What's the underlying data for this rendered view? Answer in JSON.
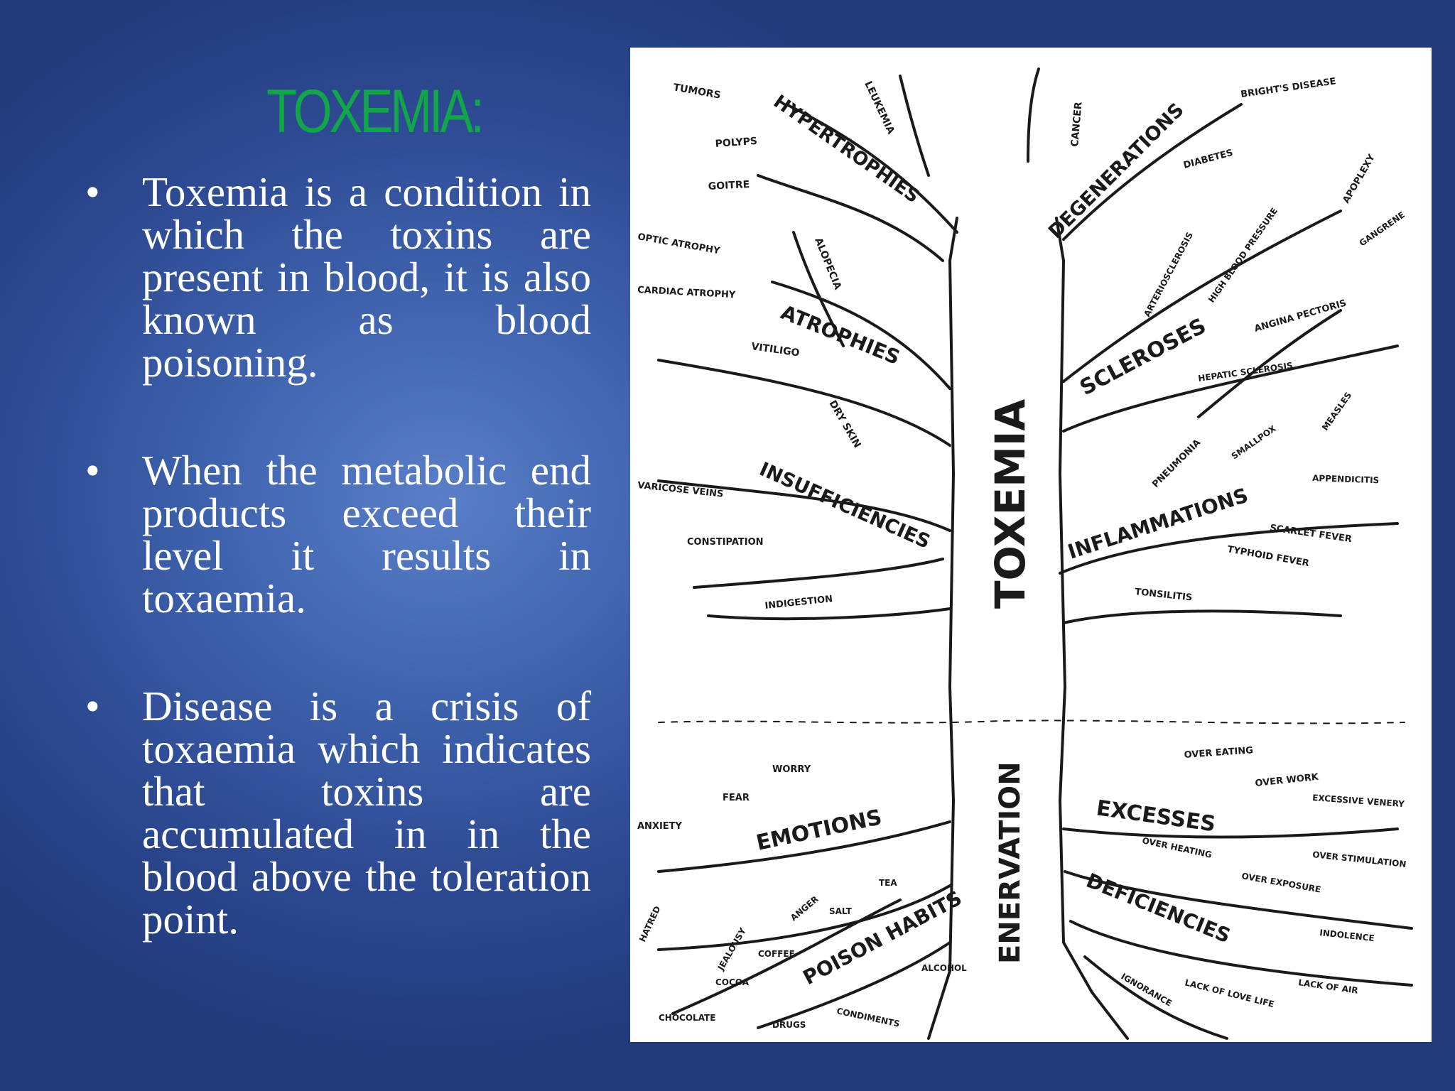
{
  "title": "TOXEMIA:",
  "bullets": [
    "Toxemia is a condition in which the toxins are present in blood, it is also known as blood poisoning.",
    "When the metabolic end products exceed their level it results in toxaemia.",
    "Disease is a crisis of toxaemia which indicates that toxins are accumulated in in the blood above the toleration point."
  ],
  "bullet_symbol": "•",
  "colors": {
    "title": "#12a64a",
    "text": "#ffffff",
    "background": "#3f63ae"
  },
  "tree": {
    "trunk_upper": "TOXEMIA",
    "trunk_lower": "ENERVATION",
    "left_branches": {
      "hypertrophies": "HYPERTROPHIES",
      "atrophies": "ATROPHIES",
      "insufficiencies": "INSUFFICIENCIES",
      "emotions": "EMOTIONS",
      "poison_habits": "POISON HABITS"
    },
    "right_branches": {
      "degenerations": "DEGENERATIONS",
      "scleroses": "SCLEROSES",
      "inflammations": "INFLAMMATIONS",
      "excesses": "EXCESSES",
      "deficiencies": "DEFICIENCIES"
    },
    "twigs": {
      "tumors": "TUMORS",
      "polyps": "POLYPS",
      "leukemia": "LEUKEMIA",
      "goitre": "GOITRE",
      "optic_atrophy": "OPTIC ATROPHY",
      "cardiac_atrophy": "CARDIAC ATROPHY",
      "vitiligo": "VITILIGO",
      "alopecia": "ALOPECIA",
      "dry_skin": "DRY SKIN",
      "varicose_veins": "VARICOSE VEINS",
      "constipation": "CONSTIPATION",
      "indigestion": "INDIGESTION",
      "cancer": "CANCER",
      "diabetes": "DIABETES",
      "brights_disease": "BRIGHT'S DISEASE",
      "apoplexy": "APOPLEXY",
      "gangrene": "GANGRENE",
      "arteriosclerosis": "ARTERIOSCLEROSIS",
      "high_blood_pressure": "HIGH BLOOD PRESSURE",
      "angina_pectoris": "ANGINA PECTORIS",
      "hepatic_sclerosis": "HEPATIC SCLEROSIS",
      "pneumonia": "PNEUMONIA",
      "smallpox": "SMALLPOX",
      "measles": "MEASLES",
      "appendicitis": "APPENDICITIS",
      "scarlet_fever": "SCARLET FEVER",
      "typhoid_fever": "TYPHOID FEVER",
      "tonsilitis": "TONSILITIS",
      "worry": "WORRY",
      "fear": "FEAR",
      "anxiety": "ANXIETY",
      "hatred": "HATRED",
      "jealousy": "JEALOUSY",
      "anger": "ANGER",
      "tea": "TEA",
      "salt": "SALT",
      "coffee": "COFFEE",
      "cocoa": "COCOA",
      "chocolate": "CHOCOLATE",
      "drugs": "DRUGS",
      "condiments": "CONDIMENTS",
      "alcohol": "ALCOHOL",
      "over_eating": "OVER EATING",
      "over_work": "OVER WORK",
      "excessive_venery": "EXCESSIVE VENERY",
      "over_stimulation": "OVER STIMULATION",
      "over_heating": "OVER HEATING",
      "over_exposure": "OVER EXPOSURE",
      "lack_of_air": "LACK OF AIR",
      "lack_of_love_life": "LACK OF LOVE LIFE",
      "ignorance": "IGNORANCE",
      "indolence": "INDOLENCE"
    }
  }
}
